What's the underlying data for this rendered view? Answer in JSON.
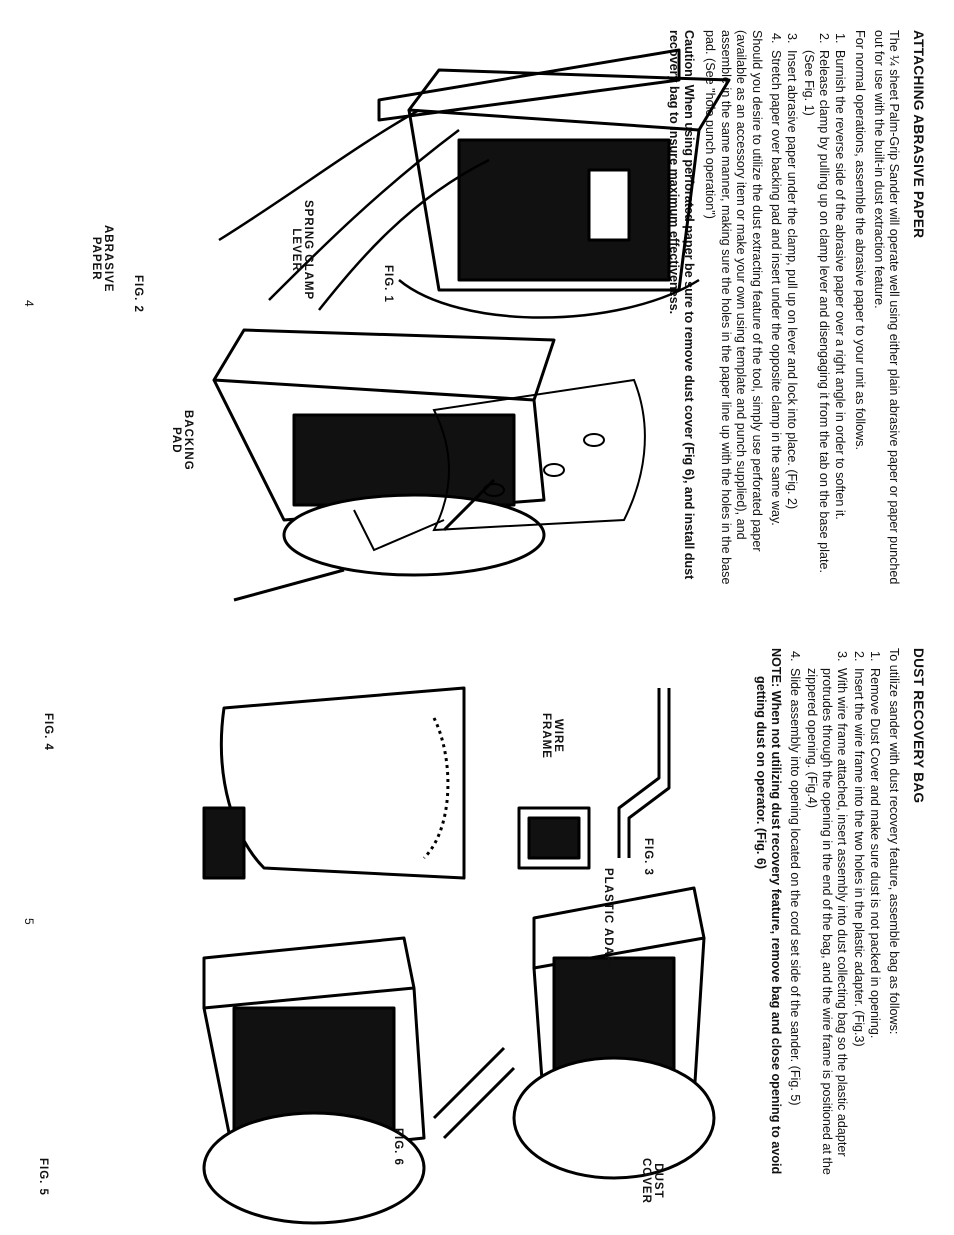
{
  "left_page": {
    "heading": "ATTACHING ABRASIVE PAPER",
    "intro": "The ¼ sheet Palm-Grip Sander will operate well using either plain abrasive paper or paper punched out for use with the built-in dust extraction feature.",
    "normal_ops": "For normal operations, assemble the abrasive paper to your unit as follows.",
    "steps": [
      "Burnish the reverse side of the abrasive paper over a right angle in order to soften it.",
      "Release clamp by pulling up on clamp lever and disengaging it from the tab on the base plate. (See Fig. 1)",
      "Insert abrasive paper under the clamp, pull up on lever and lock into place. (Fig. 2)",
      "Stretch paper over backing pad and insert under the opposite clamp in the same way."
    ],
    "dust_note": "Should you desire to utilize the dust extracting feature of the tool, simply use perforated paper (available as an accessory item or make your own using template and punch supplied), and assemble in the same manner, making sure the holes in the paper line up with the holes in the base pad. (See \"hole punch operation\")",
    "caution": "Caution: When using perforated paper be sure to remove dust cover (Fig 6), and install dust recovery bag to insure maximum effectiveness.",
    "fig1_label": "FIG. 1",
    "fig2_label": "FIG. 2",
    "callout_spring": "SPRING CLAMP\nLEVER",
    "callout_backing": "BACKING\nPAD",
    "callout_abrasive": "ABRASIVE\nPAPER",
    "page_number": "4"
  },
  "right_page": {
    "heading": "DUST RECOVERY BAG",
    "intro": "To utilize sander with dust recovery feature, assemble bag as follows:",
    "steps": [
      "Remove Dust Cover and make sure dust is not packed in opening.",
      "Insert the wire frame into the two holes in the plastic adapter. (Fig.3)",
      "With wire frame attached, insert assembly into dust collecting bag so the plastic adapter protrudes through the opening in the end of the bag, and the wire frame is positioned at the zippered opening. (Fig.4)",
      "Slide assembly into opening located on the cord set side of the sander. (Fig. 5)"
    ],
    "note": "NOTE: When not utilizing dust recovery feature, remove bag and close opening to avoid getting dust on operator. (Fig. 6)",
    "fig3_label": "FIG. 3",
    "fig4_label": "FIG. 4",
    "fig5_label": "FIG. 5",
    "fig6_label": "FIG. 6",
    "callout_wire": "WIRE\nFRAME",
    "callout_adapter": "PLASTIC ADAPTER",
    "callout_dust_cover": "DUST\nCOVER",
    "page_number": "5"
  }
}
